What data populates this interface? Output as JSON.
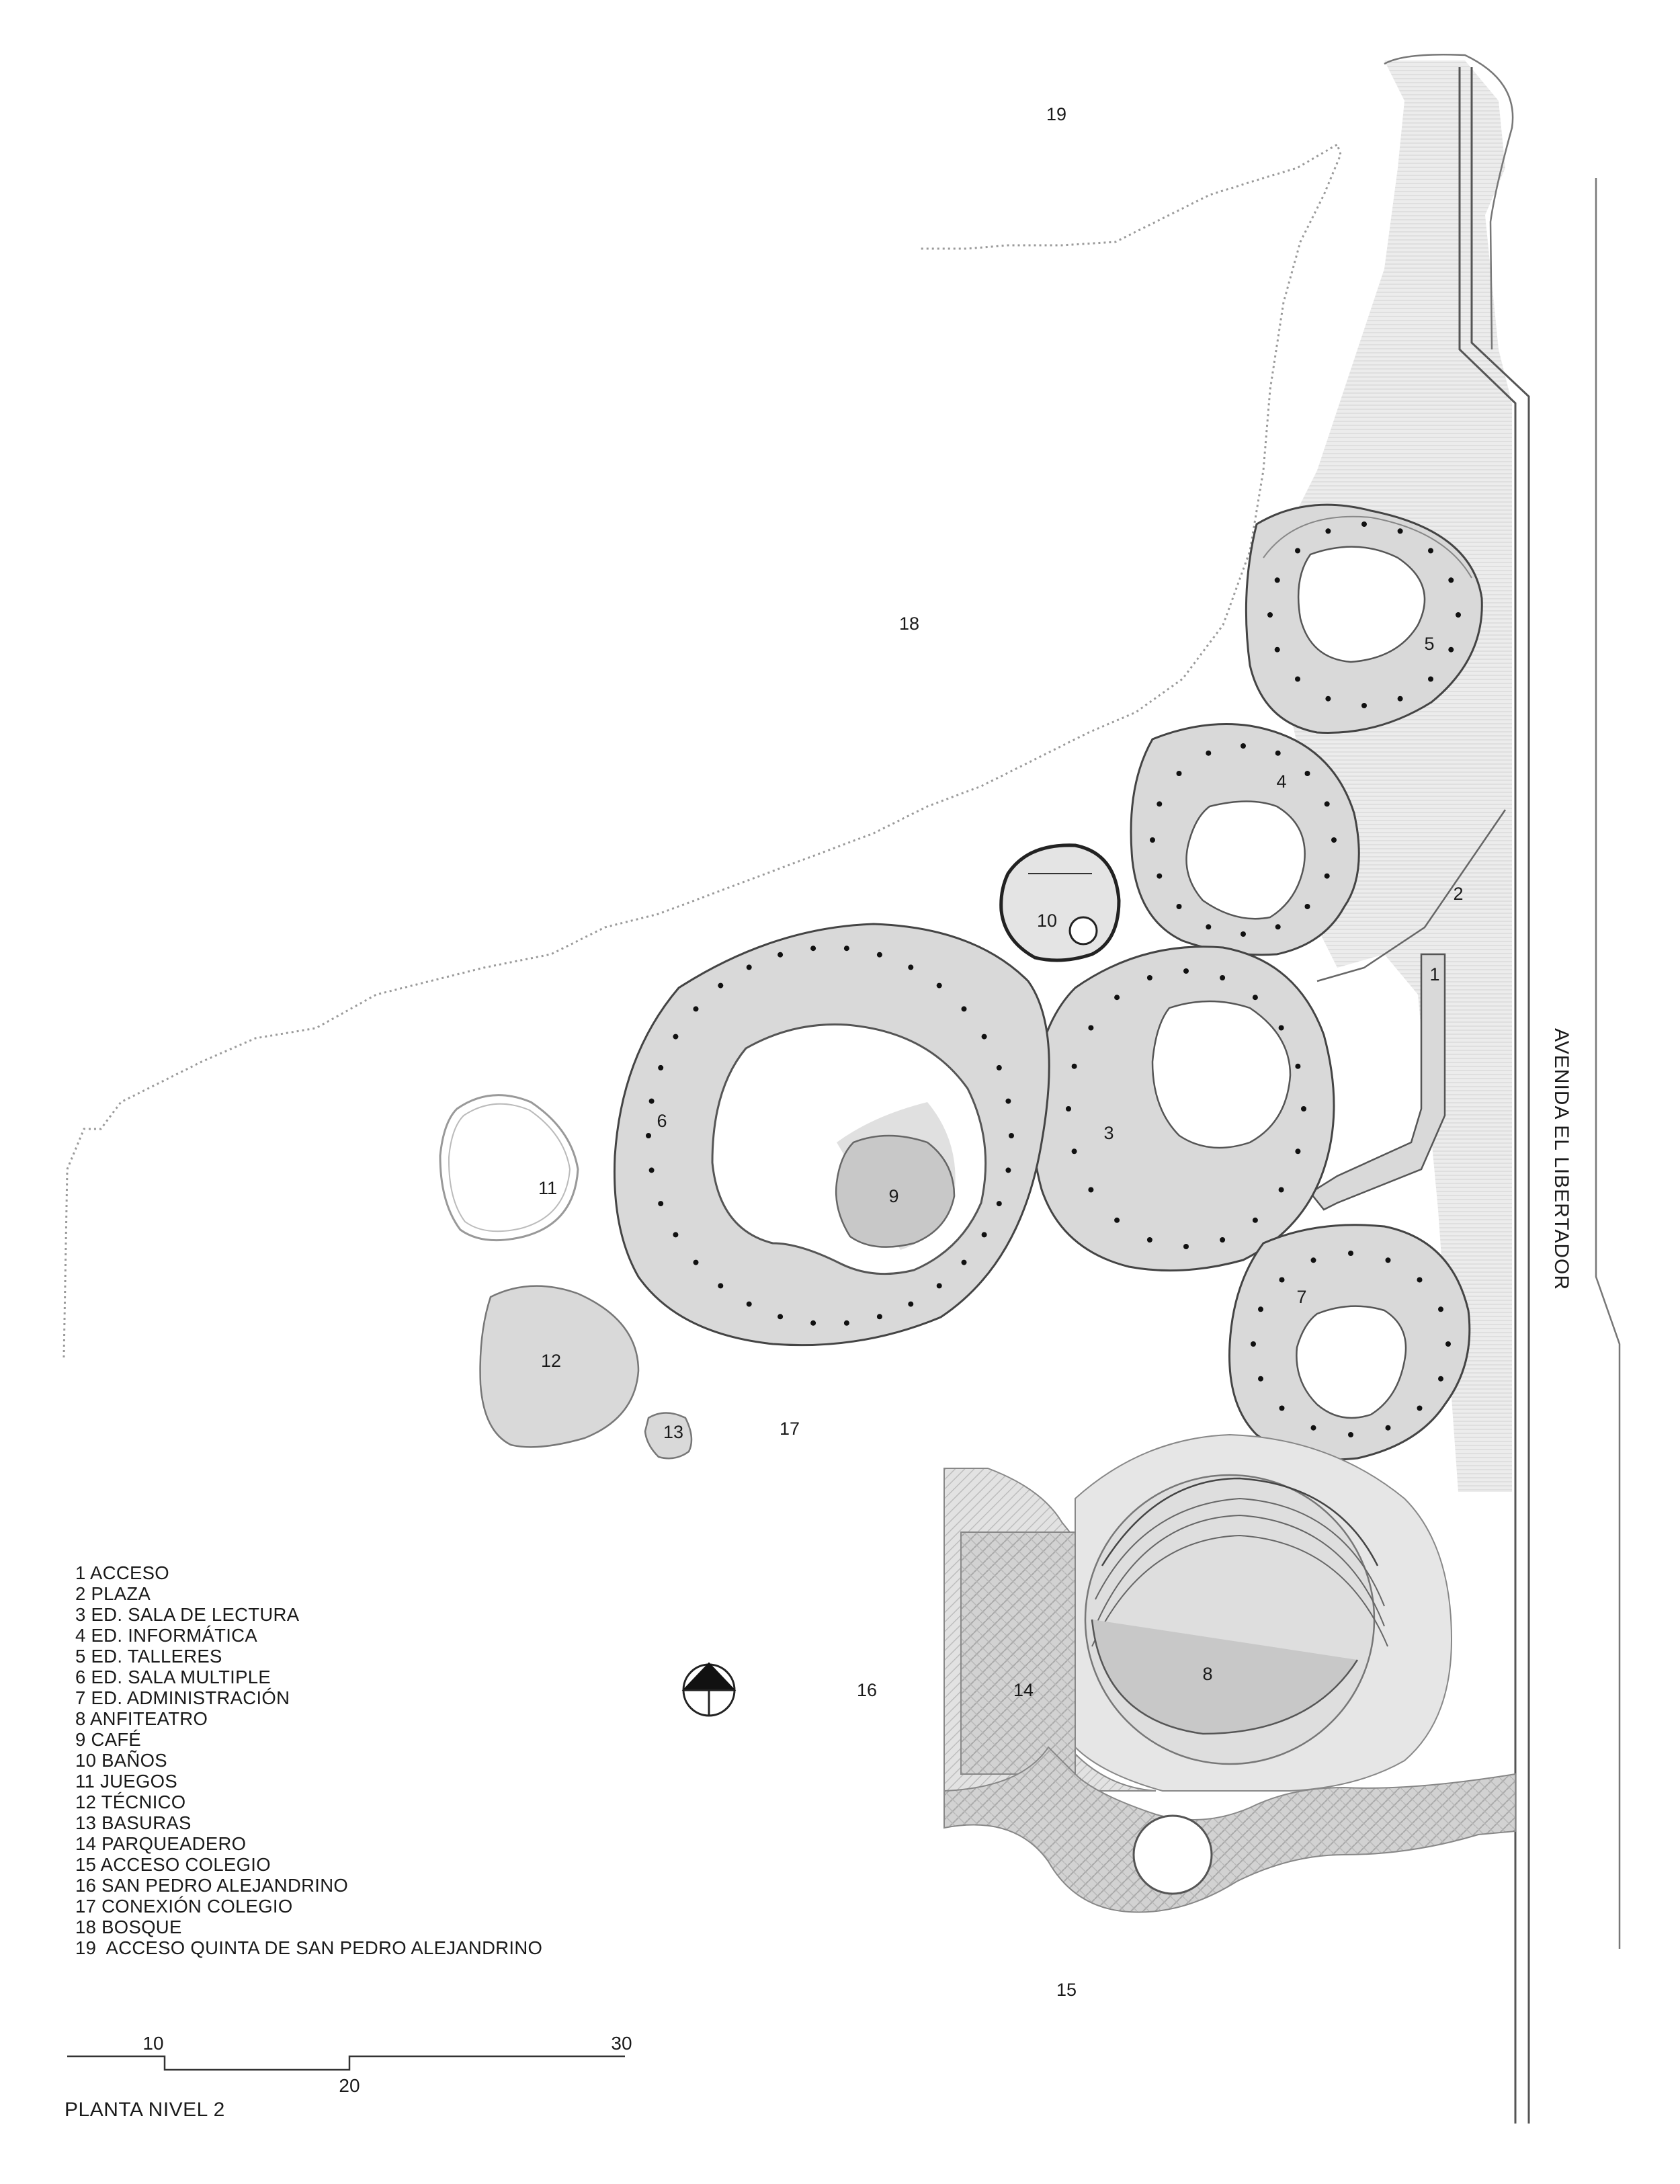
{
  "map_labels": {
    "n1": "1",
    "n2": "2",
    "n3": "3",
    "n4": "4",
    "n5": "5",
    "n6": "6",
    "n7": "7",
    "n8": "8",
    "n9": "9",
    "n10": "10",
    "n11": "11",
    "n12": "12",
    "n13": "13",
    "n14": "14",
    "n15": "15",
    "n16": "16",
    "n17": "17",
    "n18": "18",
    "n19": "19"
  },
  "street_name": "AVENIDA EL LIBERTADOR",
  "legend": [
    "1 ACCESO",
    "2 PLAZA",
    "3 ED. SALA DE LECTURA",
    "4 ED. INFORMÁTICA",
    "5 ED. TALLERES",
    "6 ED. SALA MULTIPLE",
    "7 ED. ADMINISTRACIÓN",
    "8 ANFITEATRO",
    "9 CAFÉ",
    "10 BAÑOS",
    "11 JUEGOS",
    "12 TÉCNICO",
    "13 BASURAS",
    "14 PARQUEADERO",
    "15 ACCESO COLEGIO",
    "16 SAN PEDRO ALEJANDRINO",
    "17 CONEXIÓN COLEGIO",
    "18 BOSQUE",
    "19  ACCESO QUINTA DE SAN PEDRO ALEJANDRINO"
  ],
  "scale_bar": {
    "labels": [
      "10",
      "20",
      "30"
    ]
  },
  "drawing_title": "PLANTA NIVEL 2",
  "colors": {
    "fill": "#d9d9d9",
    "fill_dark": "#c8c8c8",
    "line": "#555555",
    "hatch": "#bdbdbd"
  }
}
